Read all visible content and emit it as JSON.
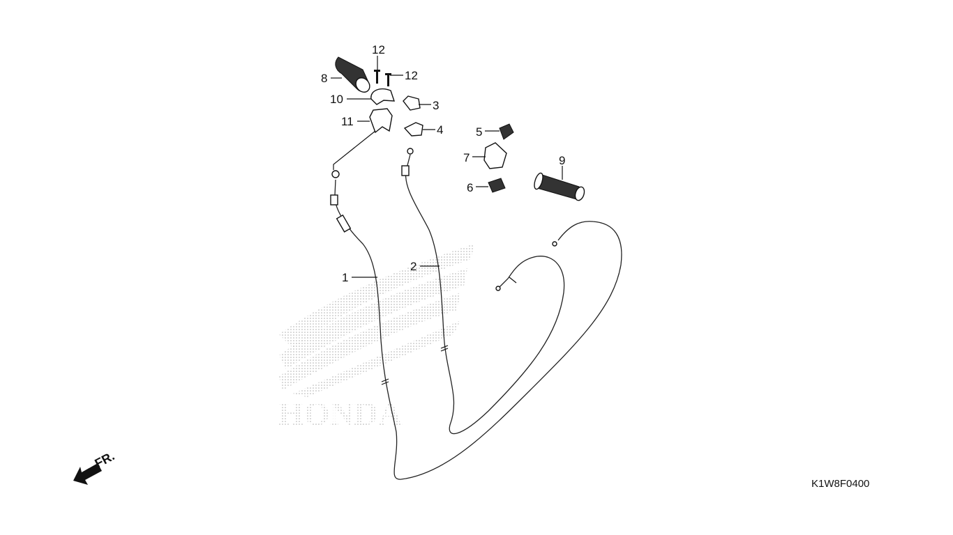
{
  "diagram_code": "K1W8F0400",
  "watermark": "HONDA",
  "direction_marker": "FR.",
  "callouts": [
    {
      "id": "1",
      "part": "cable-1"
    },
    {
      "id": "2",
      "part": "cable-2"
    },
    {
      "id": "3",
      "part": "part-3"
    },
    {
      "id": "4",
      "part": "part-4"
    },
    {
      "id": "5",
      "part": "part-5"
    },
    {
      "id": "6",
      "part": "part-6"
    },
    {
      "id": "7",
      "part": "part-7"
    },
    {
      "id": "8",
      "part": "grip-8"
    },
    {
      "id": "9",
      "part": "grip-9"
    },
    {
      "id": "10",
      "part": "housing-10"
    },
    {
      "id": "11",
      "part": "housing-11"
    },
    {
      "id": "12",
      "part": "screw-12a"
    },
    {
      "id": "12",
      "part": "screw-12b"
    }
  ]
}
